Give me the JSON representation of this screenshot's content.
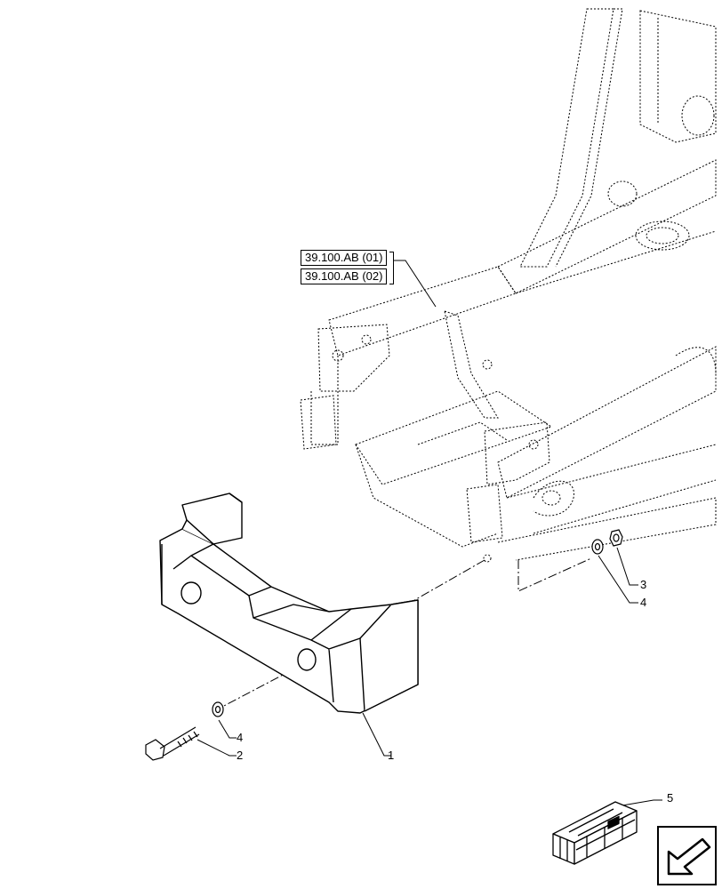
{
  "references": [
    "39.100.AB (01)",
    "39.100.AB (02)"
  ],
  "callouts": {
    "c1": "1",
    "c2": "2",
    "c3": "3",
    "c4a": "4",
    "c4b": "4",
    "c5": "5"
  },
  "icons": {
    "crate": "shipping-crate-icon",
    "nav": "arrow-navigation-icon"
  }
}
